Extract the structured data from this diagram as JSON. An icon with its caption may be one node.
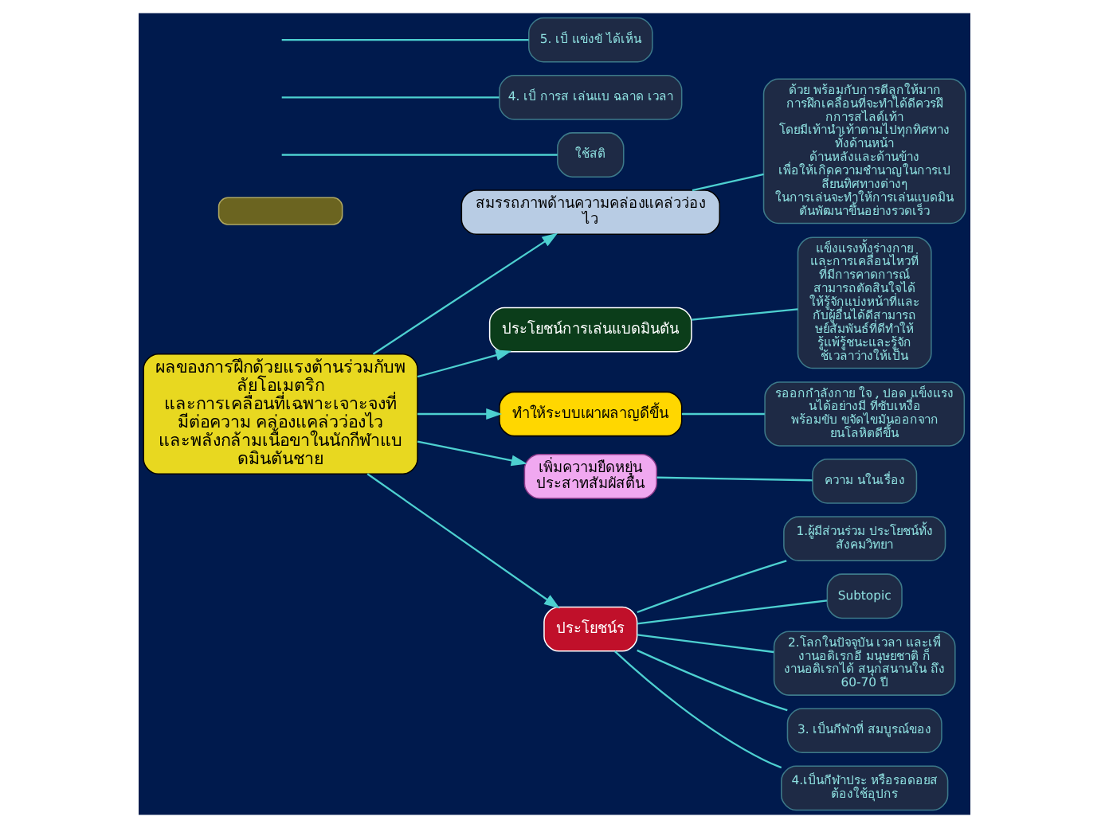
{
  "diagram": {
    "nodes": [
      {
        "text": [
          "ผลของการฝึกด้วยแรงต้านร่วมกับพลัยโอเมตริก และการเคลื่อนที่เฉพาะเจาะจงที่มีต่อความ คล่องแคล่วว่องไว และพลังกล้ามเนื้อขาในนักกีฬาแบดมินตันชาย"
        ]
      },
      {
        "text": [
          "สมรรถภาพด้านความคล่องแคล่วว่องไว"
        ]
      },
      {
        "text": [
          "ด้วย พร้อมกับการตีลูกให้มาก การฝึกเคลื่อนที่จะทำได้ดีควรฝึกการสไลด์เท้า โดยมีเท้านำเท้าตามไปทุกทิศทางทั้งด้านหน้า ด้านหลังและด้านข้าง เพื่อให้เกิดความชำนาญในการเปลี่ยนทิศทางต่างๆ ในการเล่นจะทำให้การเล่นแบดมินตันพัฒนาขึ้นอย่างรวดเร็ว"
        ]
      },
      {
        "text": [
          "ประโยชน์การเล่นแบดมินตัน"
        ]
      },
      {
        "text": [
          "แข็งแรงทั้งร่างกาย และการเคลื่อนไหวที่ ที่มีการคาดการณ์ สามารถตัดสินใจได้ ให้รู้จักแบ่งหน้าที่และ กับผู้อื่นได้ดีสามารถ ษย์สัมพันธ์ที่ดีทำให้ รู้แพ้รู้ชนะและรู้จัก ช้เวลาว่างให้เป็น"
        ]
      },
      {
        "text": [
          "ทำให้ระบบเผาผลาญดีขึ้น"
        ]
      },
      {
        "text": [
          "รออกกำลังกาย ใจ , ปอด แข็งแรง นได้อย่างมี ที่ซับเหงื่อ พร้อมขับ ขจัดไขมันออกจาก ยนโลหิตดีขึ้น"
        ]
      },
      {
        "text": [
          "เพิ่มความยืดหยุ่น ประสาทสัมผัสตื่น"
        ]
      },
      {
        "text": [
          "ความ นในเรื่อง"
        ]
      },
      {
        "text": [],
        "shape": "box"
      },
      {
        "text": [
          "ประโยชน์ร"
        ]
      },
      {
        "text": [
          "1.ผู้มีส่วนร่วม ประโยชน์ทั้ง สังคมวิทยา"
        ]
      },
      {
        "text": [
          "Subtopic"
        ]
      },
      {
        "text": [
          "2.โลกในปัจจุบัน เวลา และเพื่ งานอดิเรกอี มนุษยชาติ ก็ งานอดิเรกได้ สนุกสนานใน ถึง 60-70 ปี"
        ]
      },
      {
        "text": [
          "3. เป็นกีฬาที่ สมบูรณ์ของ"
        ]
      },
      {
        "text": [
          "4.เป็นกีฬาประ หรือรอดอยส ต้องใช้อุปกร"
        ]
      },
      {
        "text": [
          "ใช้สติ"
        ]
      },
      {
        "text": [
          "4. เป็ การส เล่นแบ ฉลาด เวลา"
        ]
      },
      {
        "text": [
          "5. เป็ แข่งขั ได้เห็น"
        ]
      }
    ],
    "edges": [
      {
        "from": 0,
        "to": 1,
        "arrow": "to"
      },
      {
        "from": 1,
        "to": 2,
        "arrow": "none"
      },
      {
        "from": 0,
        "to": 3,
        "arrow": "to"
      },
      {
        "from": 3,
        "to": 4,
        "arrow": "none"
      },
      {
        "from": 0,
        "to": 5,
        "arrow": "to"
      },
      {
        "from": 5,
        "to": 6,
        "arrow": "none"
      },
      {
        "from": 0,
        "to": 7,
        "arrow": "to"
      },
      {
        "from": 7,
        "to": 8,
        "arrow": "none"
      },
      {
        "from": 0,
        "to": 10,
        "arrow": "to"
      },
      {
        "from": 10,
        "to": 11,
        "arrow": "none"
      },
      {
        "from": 10,
        "to": 12,
        "arrow": "none"
      },
      {
        "from": 10,
        "to": 13,
        "arrow": "none"
      },
      {
        "from": 10,
        "to": 14,
        "arrow": "none"
      },
      {
        "from": 10,
        "to": 15,
        "arrow": "none"
      },
      {
        "from": null,
        "to": 16,
        "arrow": "none"
      },
      {
        "from": null,
        "to": 17,
        "arrow": "none"
      },
      {
        "from": null,
        "to": 18,
        "arrow": "none"
      }
    ]
  }
}
